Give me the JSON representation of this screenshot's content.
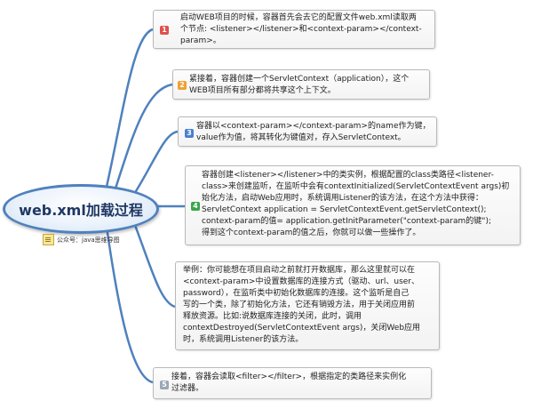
{
  "root": {
    "title": "web.xml加载过程",
    "note": "公众号：java思维导图"
  },
  "colors": {
    "branch": "#4f81bd",
    "badge_red": "#e0504a",
    "badge_orange": "#f0a030",
    "badge_blue": "#4a7fd0",
    "badge_green": "#39a64b",
    "badge_gray": "#9aa7b3"
  },
  "nodes": [
    {
      "badge": "1",
      "text": "启动WEB项目的时候，容器首先会去它的配置文件web.xml读取两\n个节点: <listener></listener>和<context-param></context-\nparam>。"
    },
    {
      "badge": "2",
      "text": "紧接着，容器创建一个ServletContext（application），这个\nWEB项目所有部分都将共享这个上下文。"
    },
    {
      "badge": "3",
      "text": "容器以<context-param></context-param>的name作为键，\nvalue作为值，将其转化为键值对，存入ServletContext。"
    },
    {
      "badge": "4",
      "text": "容器创建<listener></listener>中的类实例，根据配置的class类路径<listener-\nclass>来创建监听，在监听中会有contextInitialized(ServletContextEvent args)初\n始化方法，启动Web应用时，系统调用Listener的该方法，在这个方法中获得：\nServletContext application = ServletContextEvent.getServletContext();\ncontext-param的值= application.getInitParameter(\"context-param的键\");\n得到这个context-param的值之后，你就可以做一些操作了。"
    },
    {
      "badge": "",
      "text": "举例：你可能想在项目启动之前就打开数据库，那么这里就可以在\n<context-param>中设置数据库的连接方式（驱动、url、user、\npassword），在监听类中初始化数据库的连接。这个监听是自己\n写的一个类，除了初始化方法，它还有销毁方法，用于关闭应用前\n释放资源。比如:说数据库连接的关闭，此时，调用\ncontextDestroyed(ServletContextEvent args)，关闭Web应用\n时，系统调用Listener的该方法。"
    },
    {
      "badge": "5",
      "text": "接着，容器会读取<filter></filter>，根据指定的类路径来实例化\n过滤器。"
    }
  ]
}
